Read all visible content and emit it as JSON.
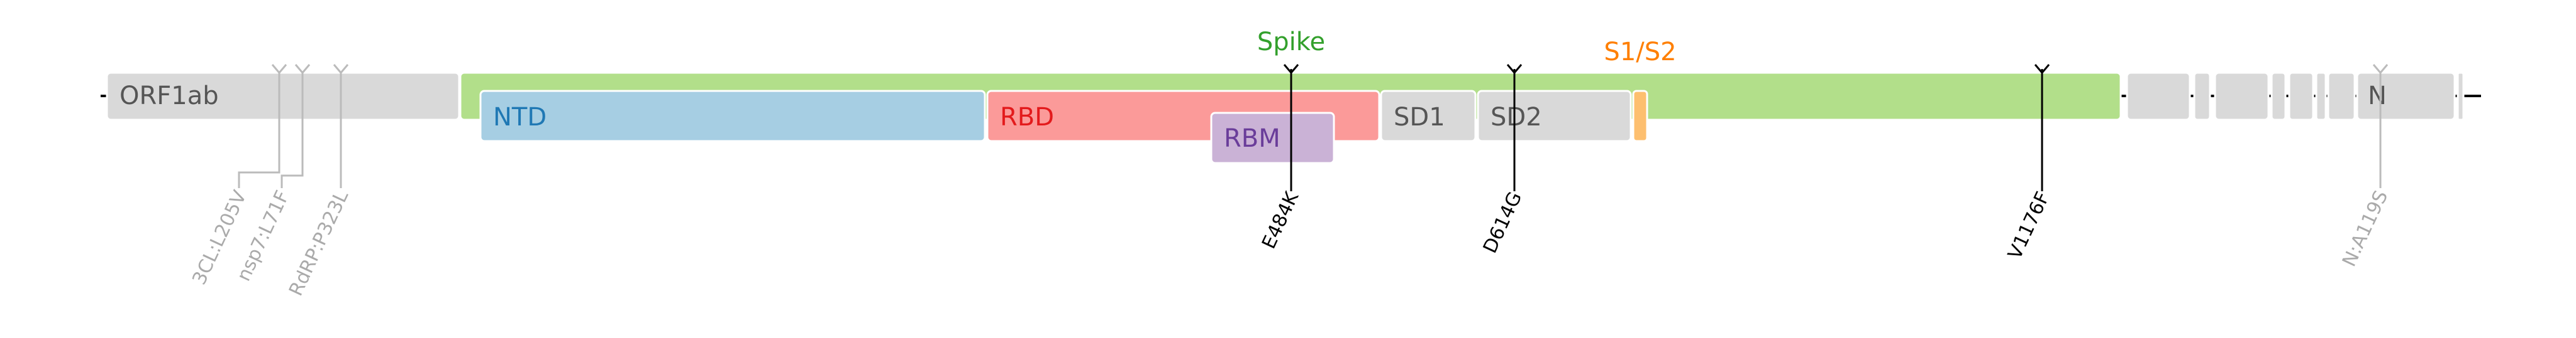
{
  "annotations": {
    "spike_label": "Spike",
    "s1s2_label": "S1/S2"
  },
  "genes": [
    {
      "name": "ORF1ab",
      "color": "#d9d9d9",
      "text_color": "#555555"
    },
    {
      "name": "N",
      "color": "#d9d9d9",
      "text_color": "#555555"
    }
  ],
  "domains": [
    {
      "name": "NTD",
      "color": "#a6cee3",
      "text_color": "#1f78b4"
    },
    {
      "name": "RBD",
      "color": "#fb9a99",
      "text_color": "#e31a1c"
    },
    {
      "name": "RBM",
      "color": "#cab2d6",
      "text_color": "#6a3d9a"
    },
    {
      "name": "SD1",
      "color": "#d9d9d9",
      "text_color": "#555555"
    },
    {
      "name": "SD2",
      "color": "#d9d9d9",
      "text_color": "#555555"
    }
  ],
  "mutations": {
    "spike": [
      "E484K",
      "D614G",
      "V1176F"
    ],
    "other": [
      "3CL:L205V",
      "nsp7:L71F",
      "RdRP:P323L",
      "N:A119S"
    ]
  },
  "colors": {
    "spike": "#b2df8a",
    "spike_title": "#33a02c",
    "cleavage": "#fdbf6f",
    "cleavage_title": "#ff7f00",
    "gene_box": "#d9d9d9",
    "genome_line": "#000000",
    "spike_mutation": "#000000",
    "other_mutation": "#aaaaaa"
  }
}
